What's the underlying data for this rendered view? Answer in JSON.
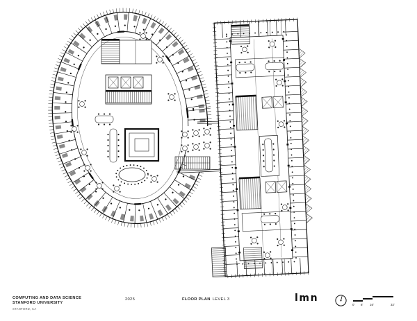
{
  "titleblock": {
    "project_line1": "COMPUTING AND DATA SCIENCE",
    "project_line2": "STANFORD UNIVERSITY",
    "project_location": "STANFORD, CA",
    "year": "2025",
    "drawing_title": "FLOOR PLAN",
    "drawing_level": "LEVEL 3",
    "firm_logo": "lmn"
  },
  "scale_bar": {
    "labels": [
      "0'",
      "8'",
      "16'",
      "32'"
    ]
  },
  "colors": {
    "ink": "#1c1c1c",
    "paper": "#ffffff"
  }
}
